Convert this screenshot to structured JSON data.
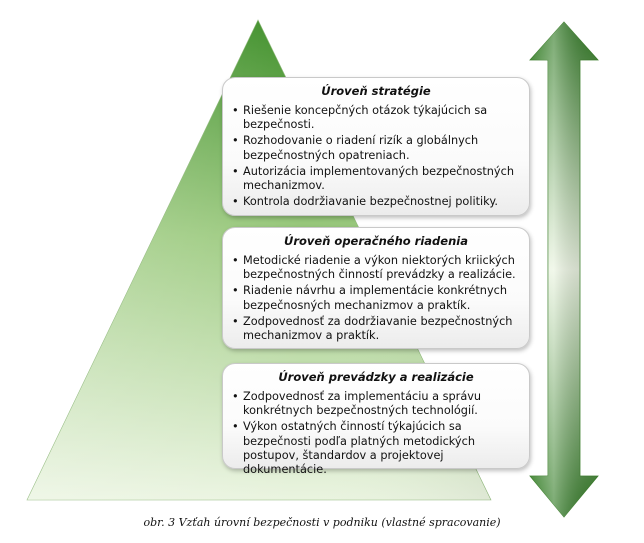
{
  "levels": [
    {
      "title": "Úroveň stratégie",
      "items": [
        "Riešenie koncepčných otázok týkajúcich sa bezpečnosti.",
        "Rozhodovanie o riadení rizík a globálnych bezpečnostných opatreniach.",
        "Autorizácia implementovaných bezpečnostných mechanizmov.",
        "Kontrola dodržiavanie bezpečnostnej politiky."
      ]
    },
    {
      "title": "Úroveň operačného riadenia",
      "items": [
        "Metodické riadenie a výkon niektorých kriických bezpečnostných činností prevádzky a realizácie.",
        "Riadenie návrhu a implementácie konkrétnych bezpečnosných mechanizmov a praktík.",
        "Zodpovednosť za dodržiavanie bezpečnostných mechanizmov a praktík."
      ]
    },
    {
      "title": "Úroveň prevádzky a realizácie",
      "items": [
        "Zodpovednosť za implementáciu a správu konkrétnych bezpečnostných technológií.",
        "Výkon ostatných činností týkajúcich sa bezpečnosti podľa platných metodických postupov, štandardov a projektovej dokumentácie."
      ]
    }
  ],
  "caption": "obr. 3 Vzťah úrovní bezpečnosti v podniku (vlastné spracovanie)",
  "colors": {
    "pyramid_top": "#3f8f2a",
    "pyramid_bottom": "#e9f3df",
    "arrow_dark": "#2f7a22",
    "arrow_light": "#e5f1db"
  }
}
